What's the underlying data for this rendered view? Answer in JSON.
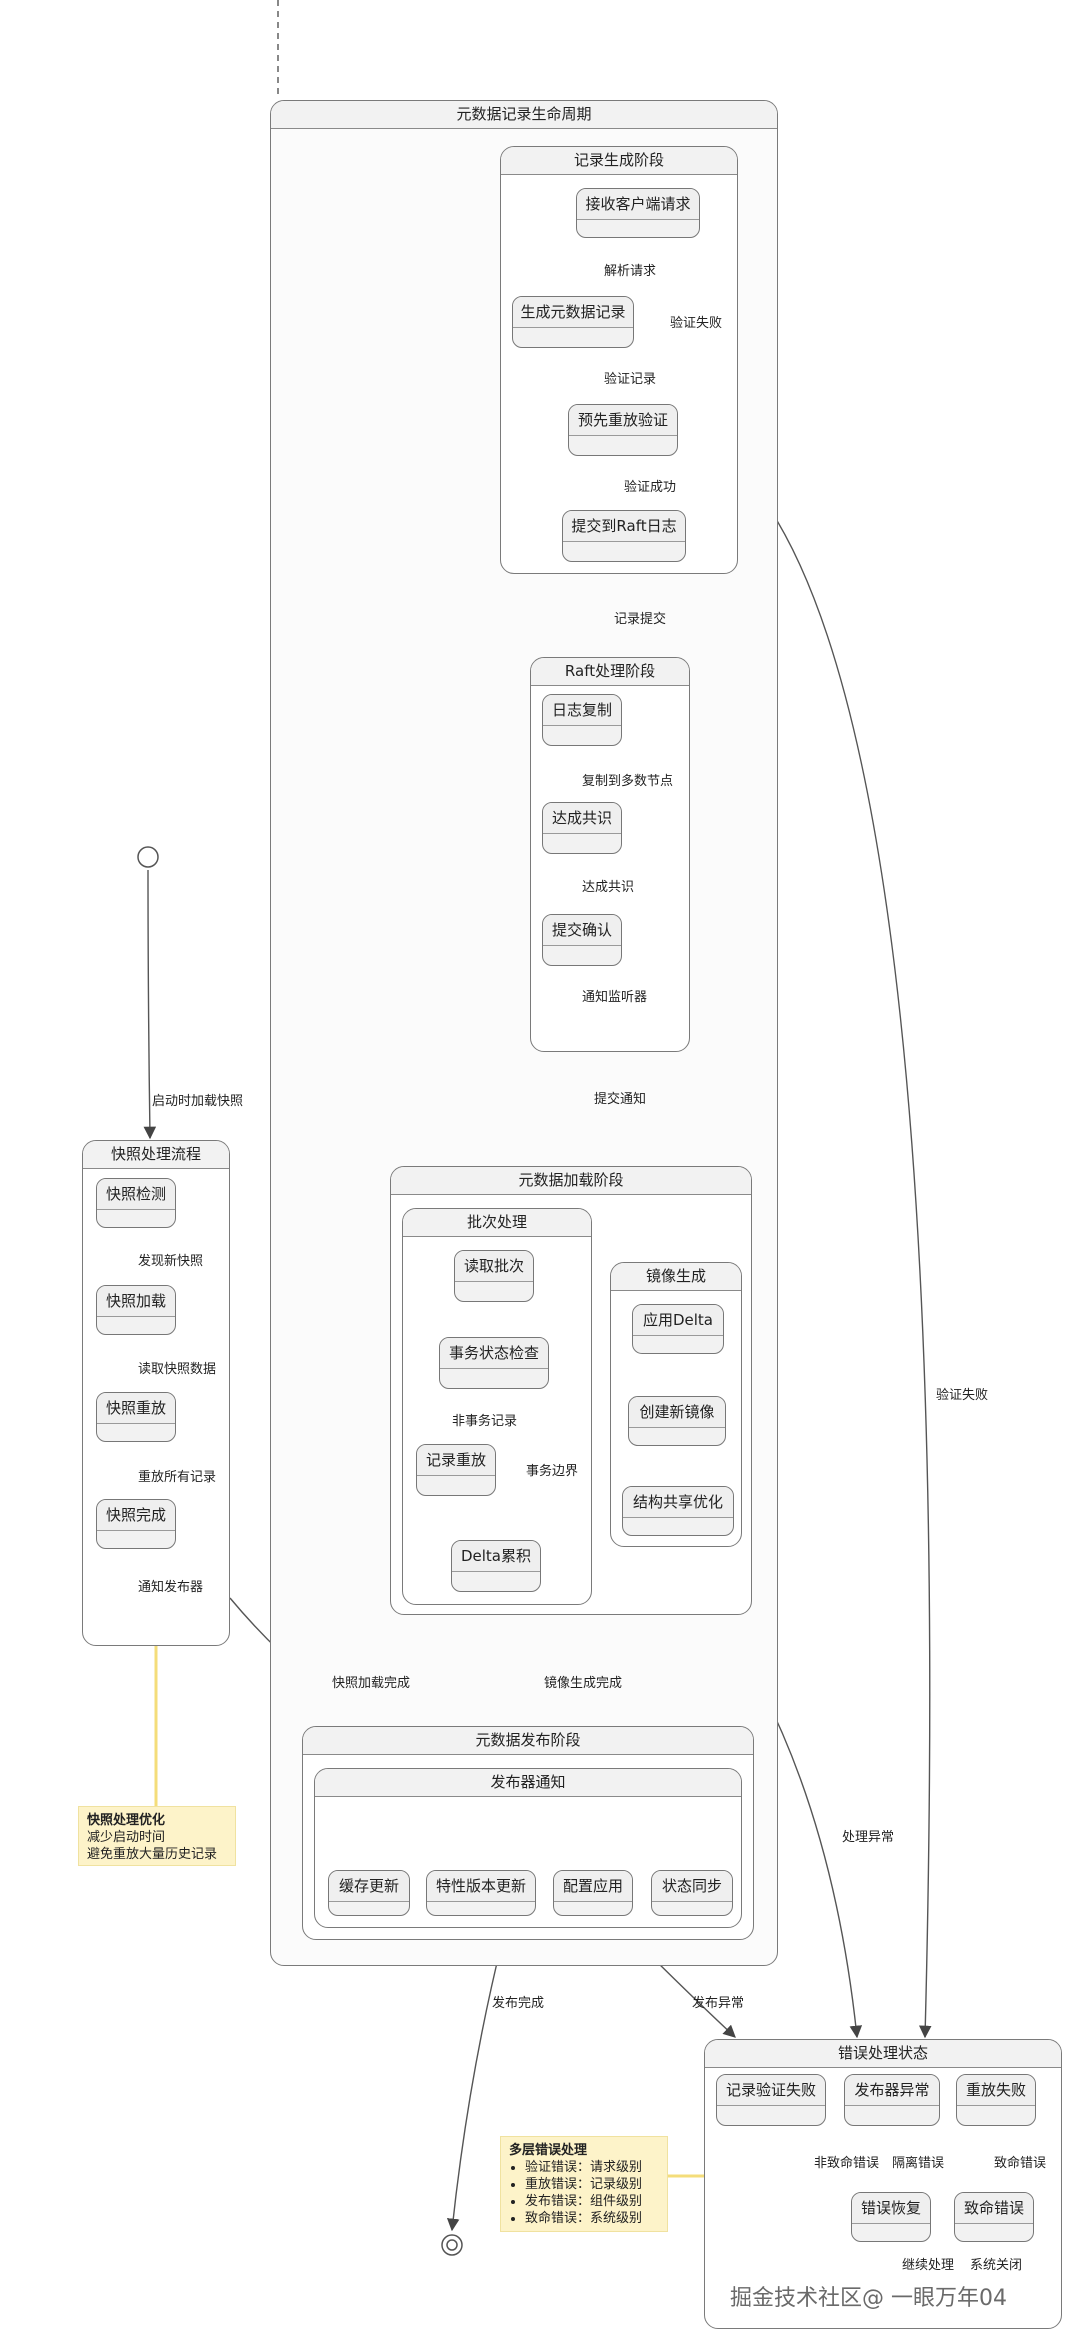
{
  "lifecycle": {
    "title": "元数据记录生命周期"
  },
  "record_gen": {
    "title": "记录生成阶段",
    "receive": "接收客户端请求",
    "generate": "生成元数据记录",
    "verify": "预先重放验证",
    "submit": "提交到Raft日志"
  },
  "raft": {
    "title": "Raft处理阶段",
    "replicate": "日志复制",
    "consensus": "达成共识",
    "confirm": "提交确认"
  },
  "load": {
    "title": "元数据加载阶段",
    "batch": {
      "title": "批次处理",
      "read": "读取批次",
      "check": "事务状态检查",
      "replay": "记录重放",
      "delta": "Delta累积"
    },
    "image": {
      "title": "镜像生成",
      "apply": "应用Delta",
      "create": "创建新镜像",
      "optimize": "结构共享优化"
    }
  },
  "publish": {
    "title": "元数据发布阶段",
    "notify_title": "发布器通知",
    "cache": "缓存更新",
    "feature": "特性版本更新",
    "config": "配置应用",
    "status": "状态同步"
  },
  "snapshot": {
    "title": "快照处理流程",
    "detect": "快照检测",
    "load": "快照加载",
    "replay": "快照重放",
    "done": "快照完成"
  },
  "error": {
    "title": "错误处理状态",
    "record_fail": "记录验证失败",
    "publisher_err": "发布器异常",
    "replay_fail": "重放失败",
    "recovery": "错误恢复",
    "fatal": "致命错误"
  },
  "transitions": {
    "parse": "解析请求",
    "verify_record": "验证记录",
    "verify_fail": "验证失败",
    "verify_ok": "验证成功",
    "record_submit": "记录提交",
    "replicate_majority": "复制到多数节点",
    "consensus": "达成共识",
    "notify_listener": "通知监听器",
    "commit_notify": "提交通知",
    "non_tx": "非事务记录",
    "tx_boundary": "事务边界",
    "image_done": "镜像生成完成",
    "snapshot_load_done": "快照加载完成",
    "startup_load": "启动时加载快照",
    "found_snapshot": "发现新快照",
    "read_snapshot": "读取快照数据",
    "replay_all": "重放所有记录",
    "notify_publisher": "通知发布器",
    "publish_done": "发布完成",
    "publish_exception": "发布异常",
    "process_exception": "处理异常",
    "verify_fail_right": "验证失败",
    "non_fatal": "非致命错误",
    "isolate": "隔离错误",
    "fatal": "致命错误",
    "continue": "继续处理",
    "shutdown": "系统关闭"
  },
  "note_snapshot": {
    "title": "快照处理优化",
    "lines": [
      "减少启动时间",
      "避免重放大量历史记录"
    ]
  },
  "note_errors": {
    "title": "多层错误处理",
    "items": [
      "验证错误：请求级别",
      "重放错误：记录级别",
      "发布错误：组件级别",
      "致命错误：系统级别"
    ]
  },
  "watermark": "掘金技术社区@ 一眼万年04"
}
